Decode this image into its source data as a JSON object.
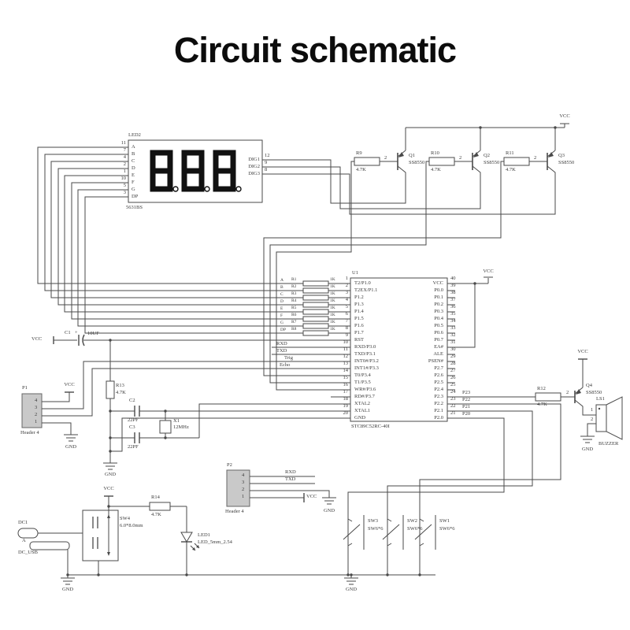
{
  "title": "Circuit schematic",
  "power": {
    "vcc": "VCC",
    "gnd": "GND"
  },
  "display": {
    "ref": "LED2",
    "part": "5631BS",
    "value": "888",
    "segments": [
      "A",
      "B",
      "C",
      "D",
      "E",
      "F",
      "G",
      "DP"
    ],
    "segment_pins": [
      "11",
      "7",
      "4",
      "2",
      "1",
      "10",
      "5",
      "3"
    ],
    "digit_pins": [
      {
        "label": "DIG1",
        "pin": "12"
      },
      {
        "label": "DIG2",
        "pin": "9"
      },
      {
        "label": "DIG3",
        "pin": "8"
      }
    ]
  },
  "resistor_network": {
    "refs": [
      "R1",
      "R2",
      "R3",
      "R4",
      "R5",
      "R6",
      "R7",
      "R8"
    ],
    "value": "1K",
    "inputs": [
      "A",
      "B",
      "C",
      "D",
      "E",
      "F",
      "G",
      "DP"
    ]
  },
  "digit_drivers": [
    {
      "res_ref": "R9",
      "res_value": "4.7K",
      "base_pin": "2",
      "ref": "Q1",
      "part": "SS8550"
    },
    {
      "res_ref": "R10",
      "res_value": "4.7K",
      "base_pin": "2",
      "ref": "Q2",
      "part": "SS8550"
    },
    {
      "res_ref": "R11",
      "res_value": "4.7K",
      "base_pin": "2",
      "ref": "Q3",
      "part": "SS8550"
    }
  ],
  "mcu": {
    "ref": "U1",
    "part": "STC89C52RC-40I",
    "left_pins": [
      {
        "n": "1",
        "name": "T2/P1.0"
      },
      {
        "n": "2",
        "name": "T2EX/P1.1"
      },
      {
        "n": "3",
        "name": "P1.2"
      },
      {
        "n": "4",
        "name": "P1.3"
      },
      {
        "n": "5",
        "name": "P1.4"
      },
      {
        "n": "6",
        "name": "P1.5"
      },
      {
        "n": "7",
        "name": "P1.6"
      },
      {
        "n": "8",
        "name": "P1.7"
      },
      {
        "n": "9",
        "name": "RST"
      },
      {
        "n": "10",
        "name": "RXD/P3.0"
      },
      {
        "n": "11",
        "name": "TXD/P3.1"
      },
      {
        "n": "12",
        "name": "INT0#/P3.2"
      },
      {
        "n": "13",
        "name": "INT1#/P3.3"
      },
      {
        "n": "14",
        "name": "T0/P3.4"
      },
      {
        "n": "15",
        "name": "T1/P3.5"
      },
      {
        "n": "16",
        "name": "WR#/P3.6"
      },
      {
        "n": "17",
        "name": "RD#/P3.7"
      },
      {
        "n": "18",
        "name": "XTAL2"
      },
      {
        "n": "19",
        "name": "XTAL1"
      },
      {
        "n": "20",
        "name": "GND"
      }
    ],
    "right_pins": [
      {
        "n": "40",
        "name": "VCC"
      },
      {
        "n": "39",
        "name": "P0.0"
      },
      {
        "n": "38",
        "name": "P0.1"
      },
      {
        "n": "37",
        "name": "P0.2"
      },
      {
        "n": "36",
        "name": "P0.3"
      },
      {
        "n": "35",
        "name": "P0.4"
      },
      {
        "n": "34",
        "name": "P0.5"
      },
      {
        "n": "33",
        "name": "P0.6"
      },
      {
        "n": "32",
        "name": "P0.7"
      },
      {
        "n": "31",
        "name": "EA#"
      },
      {
        "n": "30",
        "name": "ALE"
      },
      {
        "n": "29",
        "name": "PSEN#"
      },
      {
        "n": "28",
        "name": "P2.7"
      },
      {
        "n": "27",
        "name": "P2.6"
      },
      {
        "n": "26",
        "name": "P2.5"
      },
      {
        "n": "25",
        "name": "P2.4"
      },
      {
        "n": "24",
        "name": "P2.3"
      },
      {
        "n": "23",
        "name": "P2.2"
      },
      {
        "n": "22",
        "name": "P2.1"
      },
      {
        "n": "21",
        "name": "P2.0"
      }
    ],
    "net_labels": {
      "rxd": "RXD",
      "txd": "TXD",
      "trig": "Trig",
      "echo": "Echo",
      "p23": "P23",
      "p22": "P22",
      "p21": "P21",
      "p20": "P20"
    }
  },
  "reset": {
    "cap_ref": "C1",
    "cap_plus": "+",
    "cap_value": "10UF",
    "res_ref": "R13",
    "res_value": "4.7K"
  },
  "crystal": {
    "ref": "X1",
    "value": "12MHz",
    "c2_ref": "C2",
    "c2_value": "22PF",
    "c3_ref": "C3",
    "c3_value": "22PF"
  },
  "p1": {
    "ref": "P1",
    "part": "Header 4",
    "pins": [
      "4",
      "3",
      "2",
      "1"
    ]
  },
  "p2": {
    "ref": "P2",
    "part": "Header 4",
    "pins": [
      "4",
      "3",
      "2",
      "1"
    ],
    "net_rxd": "RXD",
    "net_txd": "TXD"
  },
  "buzzer_circuit": {
    "res_ref": "R12",
    "res_value": "4.7K",
    "base_pin": "2",
    "q_ref": "Q4",
    "q_part": "SS8550",
    "ls_ref": "LS1",
    "ls_name": "BUZZER",
    "pin1": "1",
    "pin2": "2"
  },
  "buttons": [
    {
      "ref": "SW3",
      "part": "SW6*6"
    },
    {
      "ref": "SW2",
      "part": "SW6*6"
    },
    {
      "ref": "SW1",
      "part": "SW6*6"
    }
  ],
  "power_input": {
    "dc_ref": "DC1",
    "usb_pin": "A",
    "usb_ref": "DC_USB",
    "sw_ref": "SW4",
    "sw_size": "6.0*8.0mm",
    "res_ref": "R14",
    "res_value": "4.7K",
    "led_ref": "LED1",
    "led_part": "LED_5mm_2.54"
  }
}
